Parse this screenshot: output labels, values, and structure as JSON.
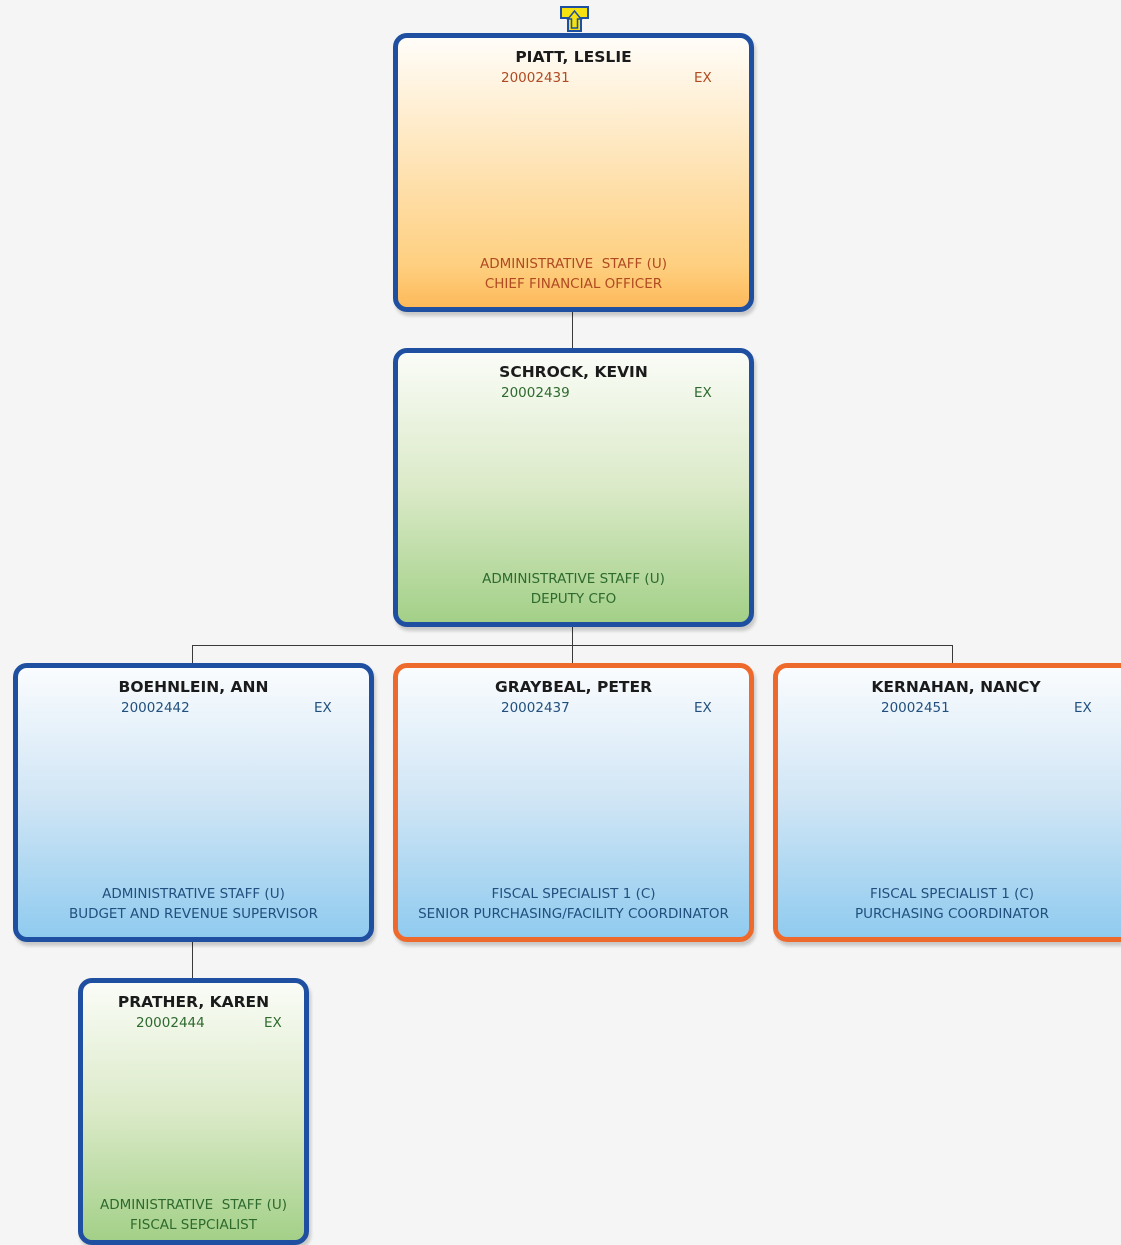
{
  "colors": {
    "border_blue": "#1f4fa0",
    "border_orange": "#ee6a2c",
    "fill_orange": "#fdb95a",
    "fill_green": "#a3d088",
    "fill_blue": "#90cbef",
    "navigate_up_arrow": "#f5e20e"
  },
  "icons": {
    "navigate_up": "arrow-up-icon"
  },
  "nodes": {
    "piatt": {
      "name": "PIATT, LESLIE",
      "number": "20002431",
      "code": "EX",
      "line1": "ADMINISTRATIVE  STAFF (U)",
      "line2": "CHIEF FINANCIAL OFFICER"
    },
    "schrock": {
      "name": "SCHROCK, KEVIN",
      "number": "20002439",
      "code": "EX",
      "line1": "ADMINISTRATIVE STAFF (U)",
      "line2": "DEPUTY CFO"
    },
    "boehnlein": {
      "name": "BOEHNLEIN, ANN",
      "number": "20002442",
      "code": "EX",
      "line1": "ADMINISTRATIVE STAFF (U)",
      "line2": "BUDGET AND REVENUE SUPERVISOR"
    },
    "graybeal": {
      "name": "GRAYBEAL, PETER",
      "number": "20002437",
      "code": "EX",
      "line1": "FISCAL SPECIALIST 1 (C)",
      "line2": "SENIOR PURCHASING/FACILITY COORDINATOR"
    },
    "kernahan": {
      "name": "KERNAHAN, NANCY",
      "number": "20002451",
      "code": "EX",
      "line1": "FISCAL SPECIALIST 1 (C)",
      "line2": "PURCHASING COORDINATOR"
    },
    "prather": {
      "name": "PRATHER, KAREN",
      "number": "20002444",
      "code": "EX",
      "line1": "ADMINISTRATIVE  STAFF (U)",
      "line2": "FISCAL SEPCIALIST"
    }
  }
}
